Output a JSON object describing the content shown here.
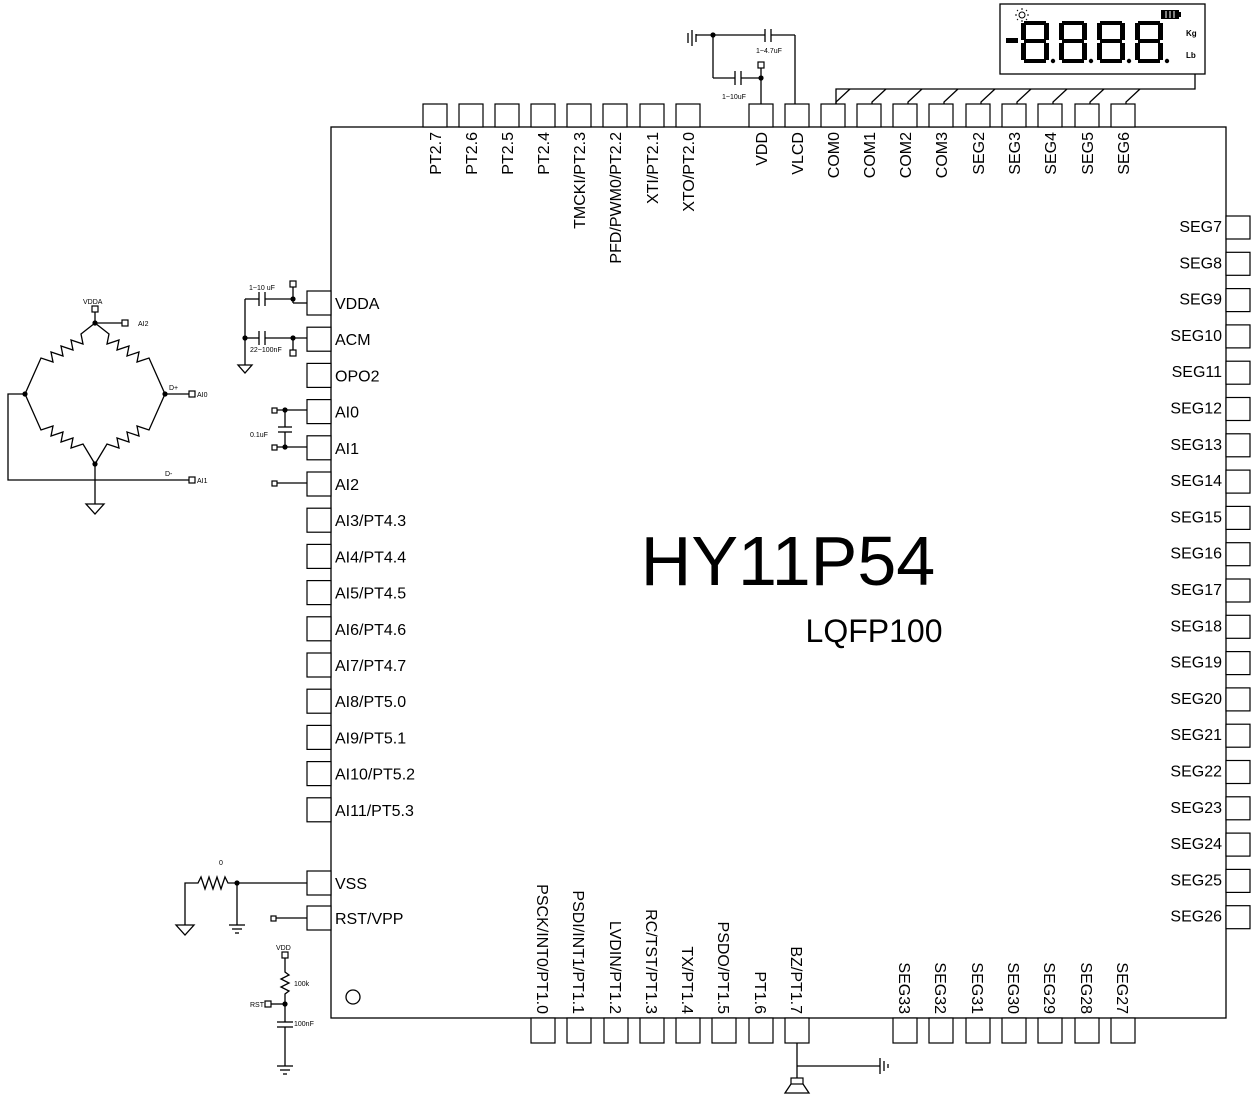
{
  "chip": {
    "name": "HY11P54",
    "package": "LQFP100"
  },
  "pins": {
    "top_left": [
      "PT2.7",
      "PT2.6",
      "PT2.5",
      "PT2.4",
      "TMCKI/PT2.3",
      "PFD/PWM0/PT2.2",
      "XTI/PT2.1",
      "XTO/PT2.0"
    ],
    "top_right": [
      "VDD",
      "VLCD",
      "COM0",
      "COM1",
      "COM2",
      "COM3",
      "SEG2",
      "SEG3",
      "SEG4",
      "SEG5",
      "SEG6"
    ],
    "left_upper": [
      "VDDA",
      "ACM",
      "OPO2",
      "AI0",
      "AI1",
      "AI2",
      "AI3/PT4.3",
      "AI4/PT4.4",
      "AI5/PT4.5",
      "AI6/PT4.6",
      "AI7/PT4.7",
      "AI8/PT5.0",
      "AI9/PT5.1",
      "AI10/PT5.2",
      "AI11/PT5.3"
    ],
    "left_lower": [
      "VSS",
      "RST/VPP"
    ],
    "right": [
      "SEG7",
      "SEG8",
      "SEG9",
      "SEG10",
      "SEG11",
      "SEG12",
      "SEG13",
      "SEG14",
      "SEG15",
      "SEG16",
      "SEG17",
      "SEG18",
      "SEG19",
      "SEG20",
      "SEG21",
      "SEG22",
      "SEG23",
      "SEG24",
      "SEG25",
      "SEG26"
    ],
    "bottom_left": [
      "PSCK/INT0/PT1.0",
      "PSDI/INT1/PT1.1",
      "LVDIN/PT1.2",
      "RC/TST/PT1.3",
      "TX/PT1.4",
      "PSDO/PT1.5",
      "PT1.6",
      "BZ/PT1.7"
    ],
    "bottom_right": [
      "SEG33",
      "SEG32",
      "SEG31",
      "SEG30",
      "SEG29",
      "SEG28",
      "SEG27"
    ]
  },
  "components": {
    "cap_vdd_vlcd": "1~4.7uF",
    "cap_vdd": "1~10uF",
    "cap_vdda": "1~10 uF",
    "cap_acm": "22~100nF",
    "cap_ai": "0.1uF",
    "resistor_vss": "0",
    "reset": {
      "vdd": "VDD",
      "resistor": "100k",
      "net": "RST",
      "cap": "100nF"
    }
  },
  "bridge": {
    "vdda": "VDDA",
    "ai2": "AI2",
    "dplus": "D+",
    "ai0": "AI0",
    "dminus": "D-",
    "ai1": "AI1"
  },
  "lcd": {
    "unit_kg": "Kg",
    "unit_lb": "Lb",
    "icons": [
      "sun-icon",
      "battery-icon"
    ]
  }
}
